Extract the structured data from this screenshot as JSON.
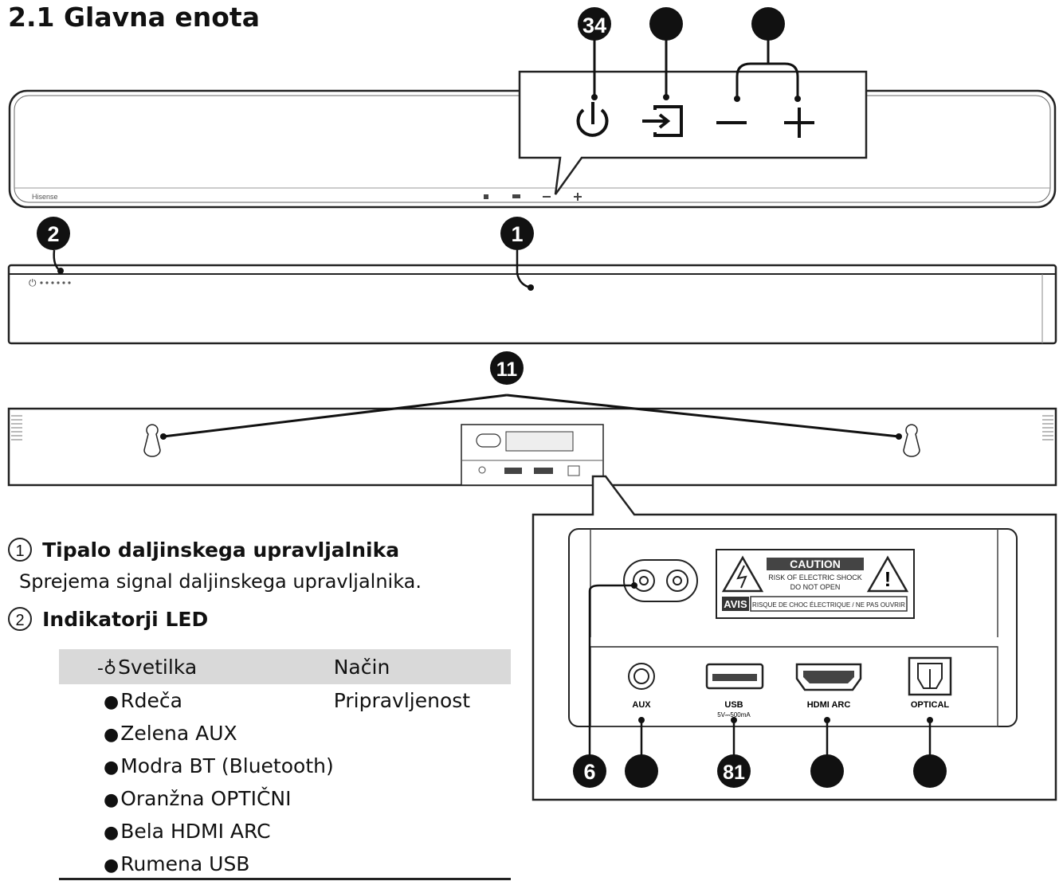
{
  "section_title": "2.1 Glavna enota",
  "callouts": {
    "power": "34",
    "remote_sensor": "1",
    "led": "2",
    "wall_mount": "11",
    "power_input": "6",
    "usb": "81"
  },
  "device": {
    "brand": "Hisense",
    "caution_title": "CAUTION",
    "caution_line1": "RISK OF ELECTRIC SHOCK",
    "caution_line2": "DO NOT OPEN",
    "avis": "AVIS",
    "avis_text": "RISQUE DE CHOC ÉLECTRIQUE / NE PAS OUVRIR",
    "ports": {
      "aux": "AUX",
      "usb": "USB",
      "usb_rating": "5V⎓500mA",
      "hdmi": "HDMI ARC",
      "optical": "OPTICAL"
    }
  },
  "items": [
    {
      "number": "1",
      "title": "Tipalo daljinskega upravljalnika",
      "description": "Sprejema signal daljinskega upravljalnika."
    },
    {
      "number": "2",
      "title": "Indikatorji LED"
    }
  ],
  "led_table": {
    "headers": [
      "Svetilka",
      "Način"
    ],
    "rows": [
      {
        "light": "Rdeča",
        "mode": "Pripravljenost"
      },
      {
        "light": "Zelena AUX",
        "mode": ""
      },
      {
        "light": "Modra BT (Bluetooth)",
        "mode": ""
      },
      {
        "light": "Oranžna OPTIČNI",
        "mode": ""
      },
      {
        "light": "Bela HDMI ARC",
        "mode": ""
      },
      {
        "light": "Rumena USB",
        "mode": ""
      }
    ]
  },
  "colors": {
    "ink": "#111111",
    "table_header_bg": "#d9d9d9"
  }
}
